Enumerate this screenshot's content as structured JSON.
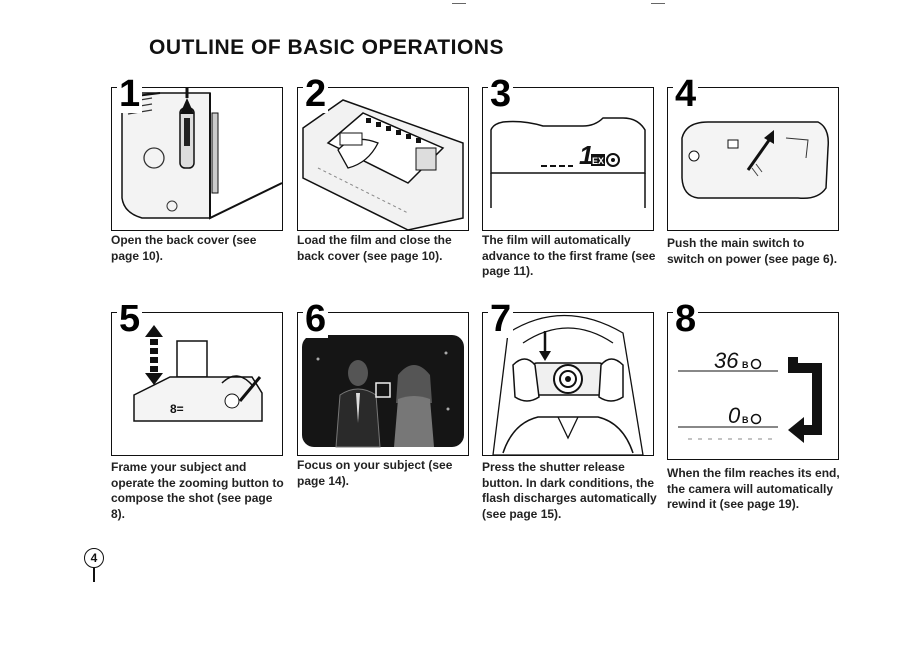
{
  "page": {
    "title": "OUTLINE OF BASIC OPERATIONS",
    "page_number": "4"
  },
  "steps": [
    {
      "number": "1",
      "caption": "Open the back cover (see page 10).",
      "illustration": "camera-back-cover-open"
    },
    {
      "number": "2",
      "caption": "Load the film and close the back cover (see page 10).",
      "illustration": "film-loading"
    },
    {
      "number": "3",
      "caption": "The film will automatically advance to the first frame (see page 11).",
      "illustration": "lcd-frame-counter",
      "display_text": "1",
      "display_label": "EX"
    },
    {
      "number": "4",
      "caption": "Push the main switch to switch on power (see page 6).",
      "illustration": "main-switch"
    },
    {
      "number": "5",
      "caption": "Frame your subject and operate the zooming button to compose the shot (see page 8).",
      "illustration": "zoom-button"
    },
    {
      "number": "6",
      "caption": "Focus on your subject (see page 14).",
      "illustration": "viewfinder-subject"
    },
    {
      "number": "7",
      "caption": "Press the shutter release button. In dark conditions, the flash discharges automatically (see page 15).",
      "illustration": "person-shooting"
    },
    {
      "number": "8",
      "caption": "When the film reaches its end, the camera will automatically rewind it (see page 19).",
      "illustration": "lcd-rewind-counter",
      "display_top": "36",
      "display_bottom": "0"
    }
  ]
}
